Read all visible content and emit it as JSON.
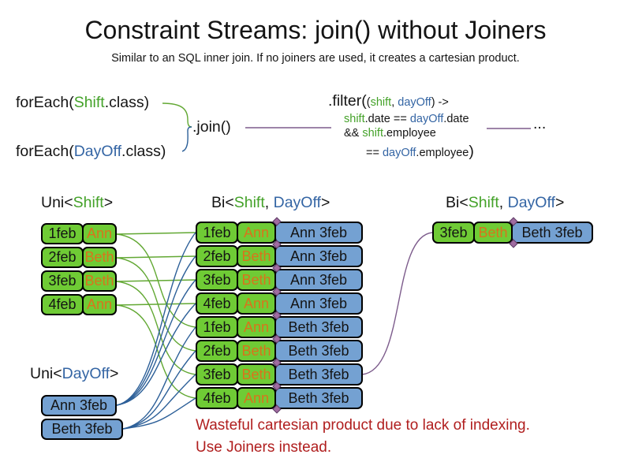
{
  "slide": {
    "title": "Constraint Streams: join() without Joiners",
    "subtitle": "Similar to an SQL inner join. If no joiners are used, it creates a cartesian product."
  },
  "code": {
    "foreach_shift": {
      "fn": "forEach(",
      "cls": "Shift",
      "rest": ".class)"
    },
    "foreach_dayoff": {
      "fn": "forEach(",
      "cls": "DayOff",
      "rest": ".class)"
    },
    "join_label": ".join()",
    "filter": {
      "head": ".filter(",
      "params_open": "(",
      "param_shift": "shift",
      "params_sep": ", ",
      "param_dayoff": "dayOff",
      "params_close": ") ->",
      "l2_shift": "shift",
      "l2_mid": ".date == ",
      "l2_dayoff": "dayOff",
      "l2_end": ".date",
      "l3_pre": "&& ",
      "l3_shift": "shift",
      "l3_end": ".employee",
      "l4_pre": "== ",
      "l4_dayoff": "dayOff",
      "l4_end": ".employee",
      "l4_close": ")"
    },
    "ellipsis": "..."
  },
  "labels": {
    "uni_shift": {
      "pre": "Uni<",
      "type": "Shift",
      "post": ">"
    },
    "bi_pair": {
      "pre": "Bi<",
      "type1": "Shift",
      "sep": ", ",
      "type2": "DayOff",
      "post": ">"
    },
    "bi_result": {
      "pre": "Bi<",
      "type1": "Shift",
      "sep": ", ",
      "type2": "DayOff",
      "post": ">"
    },
    "uni_dayoff": {
      "pre": "Uni<",
      "type": "DayOff",
      "post": ">"
    }
  },
  "shift_rows": [
    {
      "date": "1feb",
      "employee": "Ann"
    },
    {
      "date": "2feb",
      "employee": "Beth"
    },
    {
      "date": "3feb",
      "employee": "Beth"
    },
    {
      "date": "4feb",
      "employee": "Ann"
    }
  ],
  "dayoff_rows": [
    {
      "label": "Ann 3feb"
    },
    {
      "label": "Beth 3feb"
    }
  ],
  "pair_rows": [
    {
      "date": "1feb",
      "employee": "Ann",
      "dayoff": "Ann 3feb"
    },
    {
      "date": "2feb",
      "employee": "Beth",
      "dayoff": "Ann 3feb"
    },
    {
      "date": "3feb",
      "employee": "Beth",
      "dayoff": "Ann 3feb"
    },
    {
      "date": "4feb",
      "employee": "Ann",
      "dayoff": "Ann 3feb"
    },
    {
      "date": "1feb",
      "employee": "Ann",
      "dayoff": "Beth 3feb"
    },
    {
      "date": "2feb",
      "employee": "Beth",
      "dayoff": "Beth 3feb"
    },
    {
      "date": "3feb",
      "employee": "Beth",
      "dayoff": "Beth 3feb"
    },
    {
      "date": "4feb",
      "employee": "Ann",
      "dayoff": "Beth 3feb"
    }
  ],
  "result_row": {
    "date": "3feb",
    "employee": "Beth",
    "dayoff": "Beth 3feb"
  },
  "warning": {
    "line1": "Wasteful cartesian product due to lack of indexing.",
    "line2": "Use Joiners instead."
  },
  "colors": {
    "shift_green_text": "#44A229",
    "dayoff_blue_text": "#3465A4",
    "shift_box_fill": "#6FCB35",
    "dayoff_box_fill": "#74A1D2",
    "employee_orange_text": "#D9731C",
    "warning_red_text": "#B01E1E",
    "join_line_purple": "#7D5C8C",
    "shift_line_green": "#62A833",
    "dayoff_line_blue": "#2C5F98"
  }
}
